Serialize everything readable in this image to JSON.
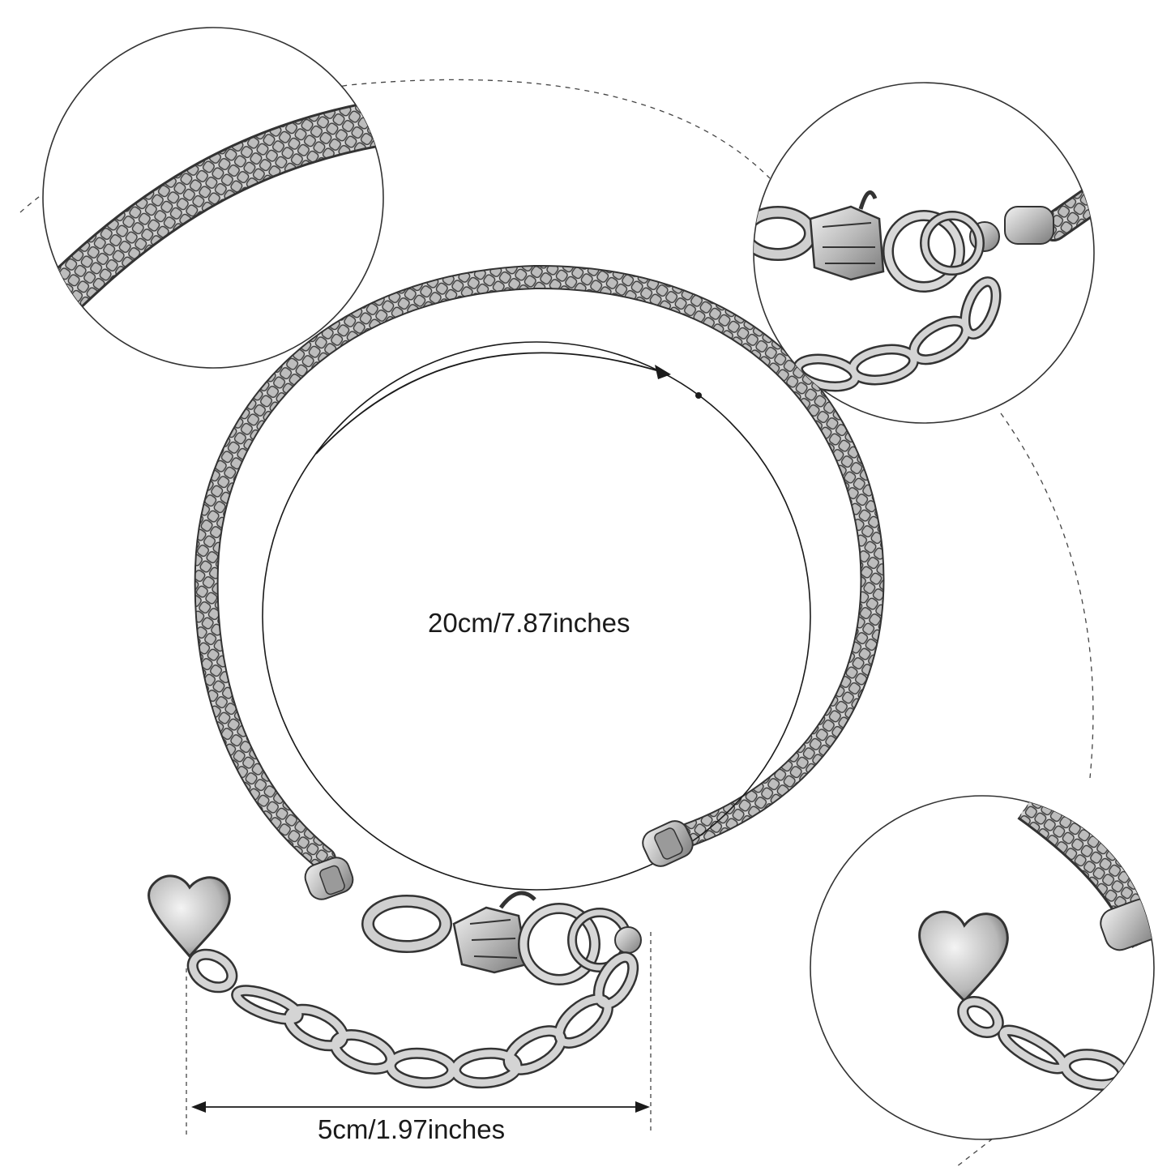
{
  "image": {
    "background_color": "#ffffff",
    "metal_color": "#b9b9b9",
    "outline_color": "#333333"
  },
  "measurements": {
    "diameter_label": "20cm/7.87inches",
    "extension_label": "5cm/1.97inches"
  },
  "detail_circles": [
    {
      "name": "snake-chain-closeup"
    },
    {
      "name": "lobster-clasp-closeup"
    },
    {
      "name": "heart-charm-closeup"
    }
  ]
}
